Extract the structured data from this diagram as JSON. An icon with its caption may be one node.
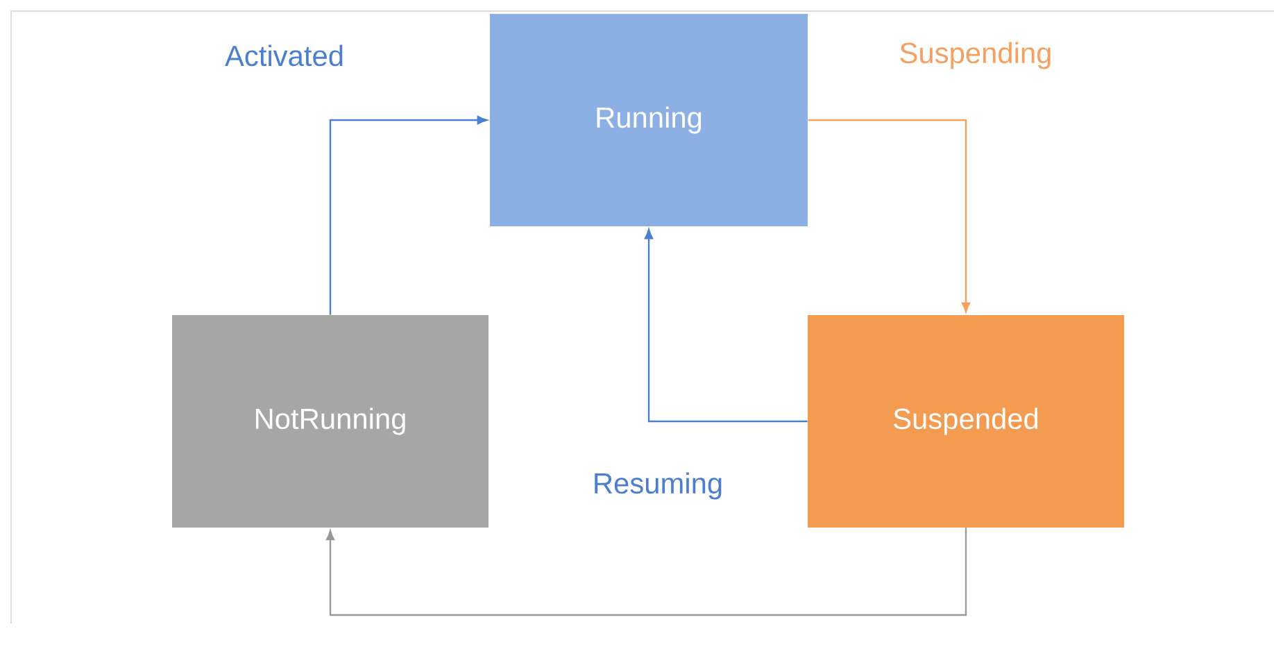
{
  "diagram": {
    "nodes": [
      {
        "text": [
          "Running"
        ]
      },
      {
        "text": [
          "NotRunning"
        ]
      },
      {
        "text": [
          "Suspended"
        ]
      }
    ],
    "edges": [
      {
        "from": 1,
        "to": 0,
        "arrow": "to",
        "label": "Activated",
        "color": "#4a7fd0"
      },
      {
        "from": 0,
        "to": 2,
        "arrow": "to",
        "label": "Suspending",
        "color": "#f4a060"
      },
      {
        "from": 2,
        "to": 0,
        "arrow": "to",
        "label": "Resuming",
        "color": "#4a7fd0"
      },
      {
        "from": 2,
        "to": 1,
        "arrow": "to",
        "color": "#999999"
      }
    ]
  }
}
